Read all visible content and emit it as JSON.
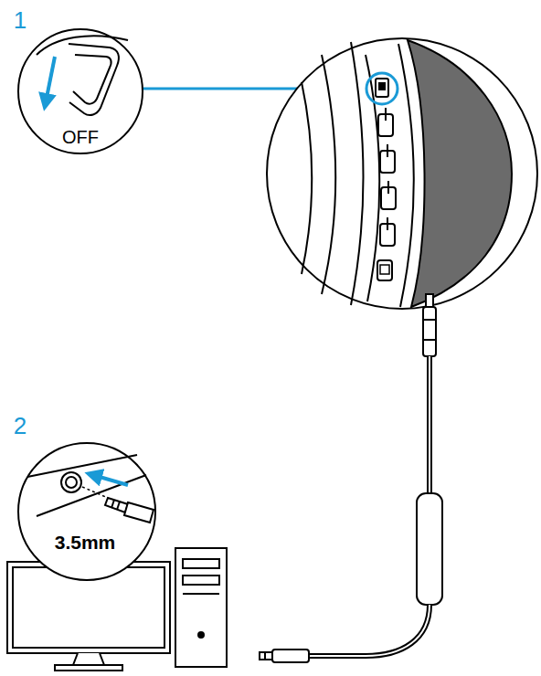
{
  "diagram": {
    "labels": [
      "1",
      "OFF",
      "2",
      "3.5mm"
    ]
  }
}
